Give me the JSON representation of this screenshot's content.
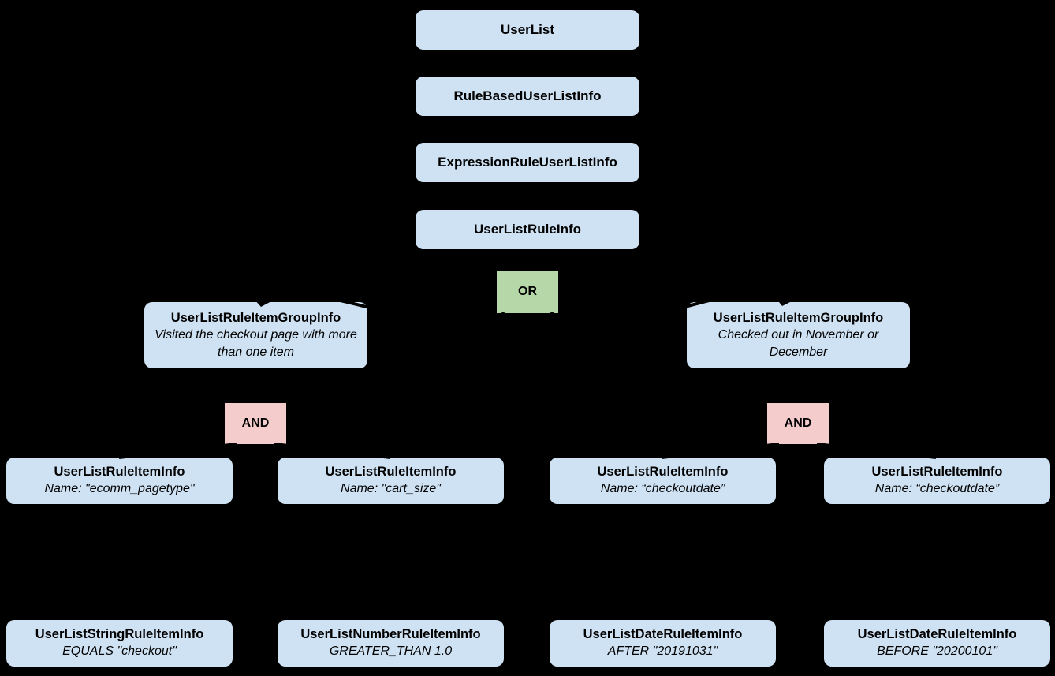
{
  "diagram": {
    "colors": {
      "background": "#000000",
      "node_fill": "#cfe2f3",
      "or_fill": "#b6d7a8",
      "and_fill": "#f4cccc",
      "text": "#000000"
    },
    "chain": [
      {
        "label": "UserList"
      },
      {
        "label": "RuleBasedUserListInfo"
      },
      {
        "label": "ExpressionRuleUserListInfo"
      },
      {
        "label": "UserListRuleInfo"
      }
    ],
    "operators": {
      "or": "OR",
      "and_left": "AND",
      "and_right": "AND"
    },
    "groups": [
      {
        "title": "UserListRuleItemGroupInfo",
        "description": "Visited the checkout page with more than one item"
      },
      {
        "title": "UserListRuleItemGroupInfo",
        "description": "Checked out in November or December"
      }
    ],
    "rule_items": [
      {
        "title": "UserListRuleItemInfo",
        "detail": "Name: \"ecomm_pagetype\""
      },
      {
        "title": "UserListRuleItemInfo",
        "detail": "Name: \"cart_size\""
      },
      {
        "title": "UserListRuleItemInfo",
        "detail": "Name: “checkoutdate”"
      },
      {
        "title": "UserListRuleItemInfo",
        "detail": "Name: “checkoutdate”"
      }
    ],
    "operand_items": [
      {
        "title": "UserListStringRuleItemInfo",
        "detail": "EQUALS \"checkout\""
      },
      {
        "title": "UserListNumberRuleItemInfo",
        "detail": "GREATER_THAN 1.0"
      },
      {
        "title": "UserListDateRuleItemInfo",
        "detail": "AFTER \"20191031\""
      },
      {
        "title": "UserListDateRuleItemInfo",
        "detail": "BEFORE \"20200101\""
      }
    ]
  }
}
